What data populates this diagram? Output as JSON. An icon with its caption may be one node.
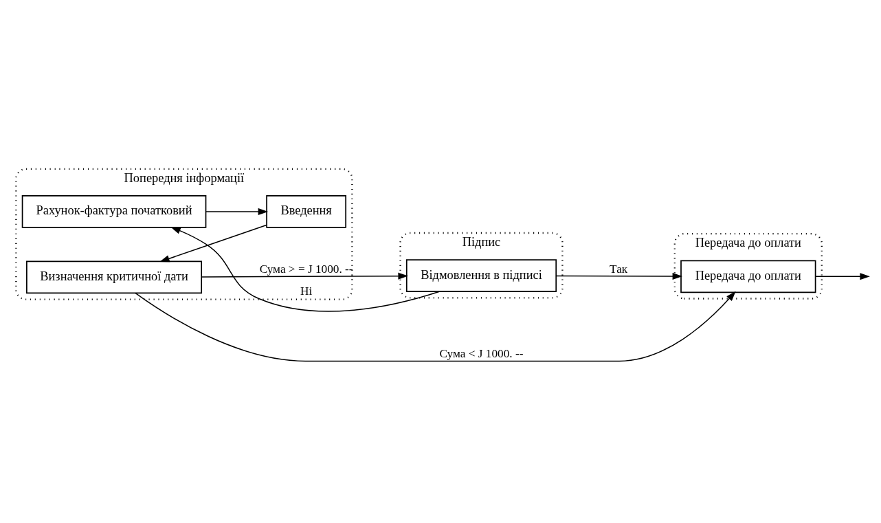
{
  "diagram": {
    "nodes": [
      {
        "text": [
          "Попередня інформації"
        ]
      },
      {
        "text": [
          "Рахунок-фактура початковий"
        ],
        "in": 0
      },
      {
        "text": [
          "Визначення критичної дати"
        ],
        "in": 0
      },
      {
        "text": [
          "Введення"
        ],
        "in": 0
      },
      {
        "text": [
          "Підпис"
        ]
      },
      {
        "text": [
          "Відмовлення в підписі"
        ],
        "in": 4
      },
      {
        "text": [
          "Передача до оплати"
        ]
      },
      {
        "text": [
          "Передача до оплати"
        ],
        "in": 6
      }
    ],
    "edges": [
      {
        "from": 1,
        "to": 3,
        "arrow": "to"
      },
      {
        "from": 3,
        "to": 2,
        "arrow": "to"
      },
      {
        "from": 2,
        "to": 5,
        "arrow": "to",
        "label": "Сума > = J 1000. --"
      },
      {
        "from": 2,
        "to": 7,
        "arrow": "to",
        "label": "Сума < J 1000. --"
      },
      {
        "from": 5,
        "to": 1,
        "arrow": "to",
        "label": "Ні"
      },
      {
        "from": 5,
        "to": 7,
        "arrow": "to",
        "label": "Так"
      },
      {
        "from": 7,
        "to": null,
        "arrow": "to"
      }
    ]
  }
}
